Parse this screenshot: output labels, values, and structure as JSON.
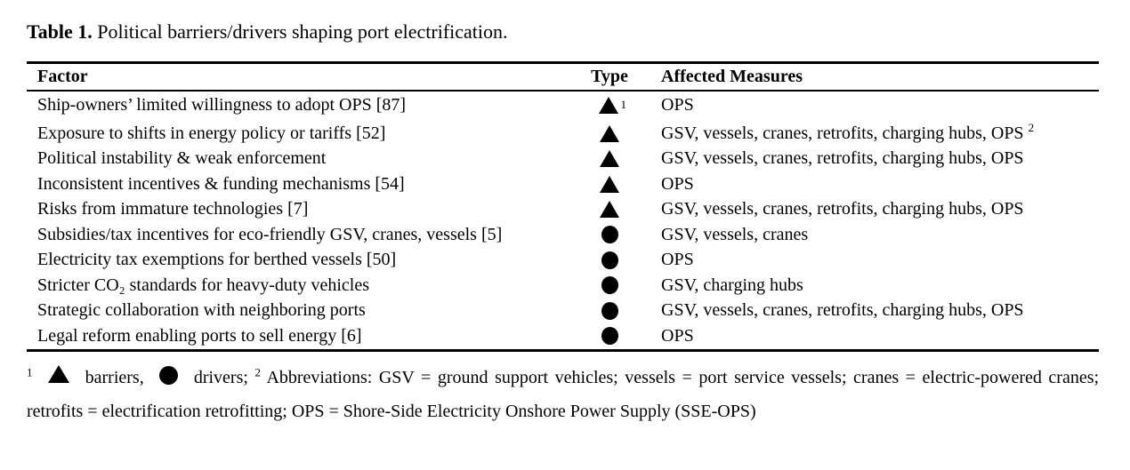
{
  "title": {
    "label": "Table 1.",
    "text": "Political barriers/drivers shaping port electrification."
  },
  "colors": {
    "background": "#ffffff",
    "text": "#000000",
    "border": "#000000",
    "symbol": "#000000"
  },
  "table": {
    "columns": [
      "Factor",
      "Type",
      "Affected Measures"
    ],
    "type_icons": {
      "barrier": "triangle-up-icon",
      "driver": "circle-icon"
    },
    "rows": [
      {
        "factor": "Ship-owners’ limited willingness to adopt OPS [87]",
        "type": "barrier",
        "type_sup": "1",
        "measures": "OPS"
      },
      {
        "factor": "Exposure to shifts in energy policy or tariffs [52]",
        "type": "barrier",
        "measures": "GSV, vessels, cranes, retrofits, charging hubs, OPS",
        "measures_sup": "2"
      },
      {
        "factor": "Political instability & weak enforcement",
        "type": "barrier",
        "measures": "GSV, vessels, cranes, retrofits, charging hubs, OPS"
      },
      {
        "factor": "Inconsistent incentives & funding mechanisms [54]",
        "type": "barrier",
        "measures": "OPS"
      },
      {
        "factor": "Risks from immature technologies [7]",
        "type": "barrier",
        "measures": "GSV, vessels, cranes, retrofits, charging hubs, OPS"
      },
      {
        "factor": "Subsidies/tax incentives for eco-friendly GSV, cranes, vessels [5]",
        "type": "driver",
        "measures": "GSV, vessels, cranes"
      },
      {
        "factor": "Electricity tax exemptions for berthed vessels [50]",
        "type": "driver",
        "measures": "OPS"
      },
      {
        "factor": "Stricter CO₂ standards for heavy-duty vehicles",
        "type": "driver",
        "measures": "GSV, charging hubs"
      },
      {
        "factor": "Strategic collaboration with neighboring ports",
        "type": "driver",
        "measures": "GSV, vessels, cranes, retrofits, charging hubs, OPS"
      },
      {
        "factor": "Legal reform enabling ports to sell energy [6]",
        "type": "driver",
        "measures": "OPS"
      }
    ]
  },
  "footnote": {
    "marker1": "1",
    "barrier_icon": "triangle-up-icon",
    "barriers_text": "barriers,",
    "driver_icon": "circle-icon",
    "drivers_text": "drivers;",
    "marker2": "2",
    "abbreviations_text": "Abbreviations: GSV = ground support vehicles; vessels = port service vessels; cranes = electric-powered cranes; retrofits = electrification retrofitting; OPS = Shore-Side Electricity Onshore Power Supply (SSE-OPS)"
  }
}
